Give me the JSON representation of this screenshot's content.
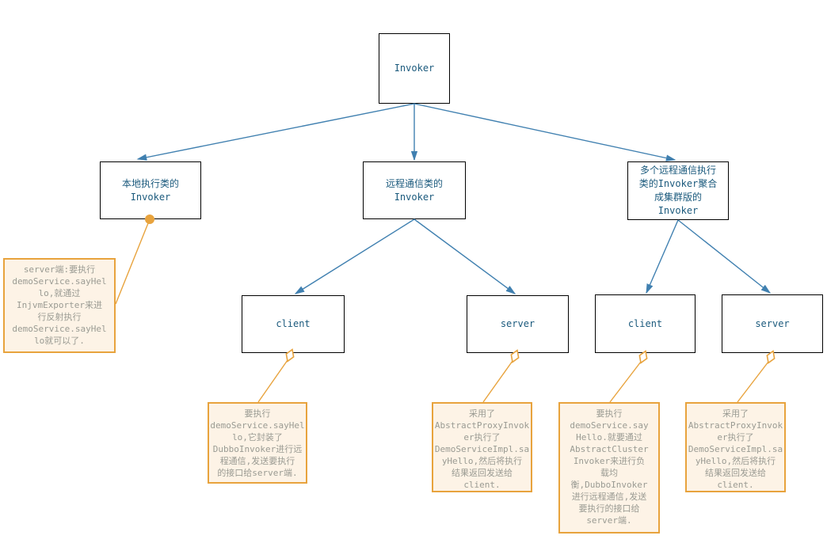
{
  "diagram": {
    "nodes": {
      "invoker": {
        "label": "Invoker"
      },
      "local": {
        "label": "本地执行类的\nInvoker"
      },
      "remote": {
        "label": "远程通信类的\nInvoker"
      },
      "cluster": {
        "label": "多个远程通信执行\n类的Invoker聚合\n成集群版的\nInvoker"
      },
      "client1": {
        "label": "client"
      },
      "server1": {
        "label": "server"
      },
      "client2": {
        "label": "client"
      },
      "server2": {
        "label": "server"
      }
    },
    "notes": {
      "local_note": {
        "text": "server端:要执行\ndemoService.sayHel\nlo,就通过\nInjvmExporter来进\n行反射执行\ndemoService.sayHel\nlo就可以了."
      },
      "client1_note": {
        "text": "要执行\ndemoService.sayHel\nlo,它封装了\nDubboInvoker进行远\n程通信,发送要执行\n的接口给server端."
      },
      "server1_note": {
        "text": "采用了\nAbstractProxyInvok\ner执行了\nDemoServiceImpl.sa\nyHello,然后将执行\n结果返回发送给\nclient."
      },
      "client2_note": {
        "text": "要执行\ndemoService.say\nHello.就要通过\nAbstractCluster\nInvoker来进行负\n载均\n衡,DubboInvoker\n进行远程通信,发送\n要执行的接口给\nserver端."
      },
      "server2_note": {
        "text": "采用了\nAbstractProxyInvok\ner执行了\nDemoServiceImpl.sa\nyHello,然后将执行\n结果返回发送给\nclient."
      }
    },
    "colors": {
      "node_text": "#1b5a7d",
      "node_border": "#000000",
      "arrow": "#4080b0",
      "note_border": "#e8a33d",
      "note_bg": "#fdf3e6",
      "note_text": "#9a9b93"
    }
  }
}
